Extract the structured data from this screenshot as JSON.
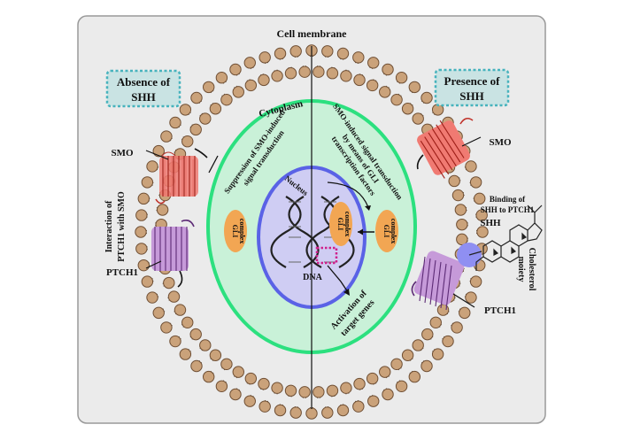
{
  "labels": {
    "cell_membrane": "Cell membrane",
    "cytoplasm": "Cytoplasm",
    "nucleus": "Nucleus",
    "dna": "DNA",
    "absence_line1": "Absence of",
    "absence_line2": "SHH",
    "presence_line1": "Presence of",
    "presence_line2": "SHH",
    "smo_left": "SMO",
    "smo_right": "SMO",
    "ptch1_left": "PTCH1",
    "ptch1_right": "PTCH1",
    "shh": "SHH",
    "interaction_line1": "Interaction of",
    "interaction_line2": "PTCH1 with SMO",
    "binding_line1": "Binding of",
    "binding_line2": "SHH to PTCH1",
    "cholesterol_line1": "Cholesterol",
    "cholesterol_line2": "moiety",
    "suppression_line1": "Suppression of SMO-induced",
    "suppression_line2": "signal transduction",
    "smo_induced_line1": "SMO-induced signal transduction",
    "smo_induced_line2": "by means of GLI",
    "smo_induced_line3": "transcription factors",
    "activation_line1": "Activation of",
    "activation_line2": "target genes",
    "gli_complex_1a": "GLI",
    "gli_complex_1b": "complex",
    "gli_complex_2a": "GLI",
    "gli_complex_2b": "complex",
    "gli_complex_3a": "GLI",
    "gli_complex_3b": "complex"
  },
  "colors": {
    "panel_bg": "#ebebeb",
    "lipid_head": "#caa27a",
    "lipid_head_stroke": "#6f4f34",
    "cytoplasm_fill": "#c9f1d8",
    "cytoplasm_stroke": "#2ce07f",
    "nucleus_fill": "#cfcdf3",
    "nucleus_stroke": "#5a62e6",
    "gli": "#f2a653",
    "smo": "#f07a72",
    "ptch1": "#c69ad9",
    "shh_ball": "#8f8ff2",
    "label_box": "#c9e3e3",
    "label_box_border": "#47b3bd",
    "target_box": "#d0208c"
  }
}
